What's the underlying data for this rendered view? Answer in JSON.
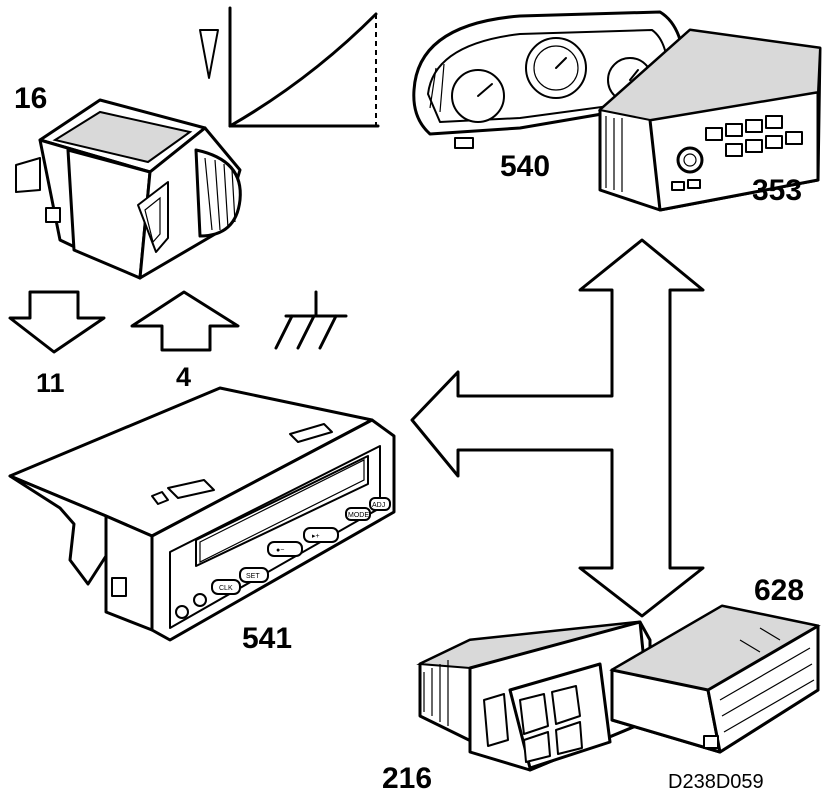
{
  "labels": {
    "switch_part": "16",
    "out_signal": "11",
    "in_signal": "4",
    "instrument_cluster": "540",
    "radio": "353",
    "display_unit": "541",
    "climate_control": "216",
    "control_module": "628",
    "drawing_ref": "D238D059"
  },
  "icons": {
    "dimmer_ramp": "dimmer-ramp-icon",
    "arrow_out": "arrow-down-outline-icon",
    "arrow_in": "arrow-up-outline-icon",
    "ground": "ground-symbol-icon",
    "bus_arrow": "double-headed-t-arrow-icon"
  },
  "button_text": {
    "clk": "CLK",
    "set": "SET",
    "minus": "●−",
    "plus": "▸+",
    "mode": "MODE",
    "adj": "ADJ"
  }
}
